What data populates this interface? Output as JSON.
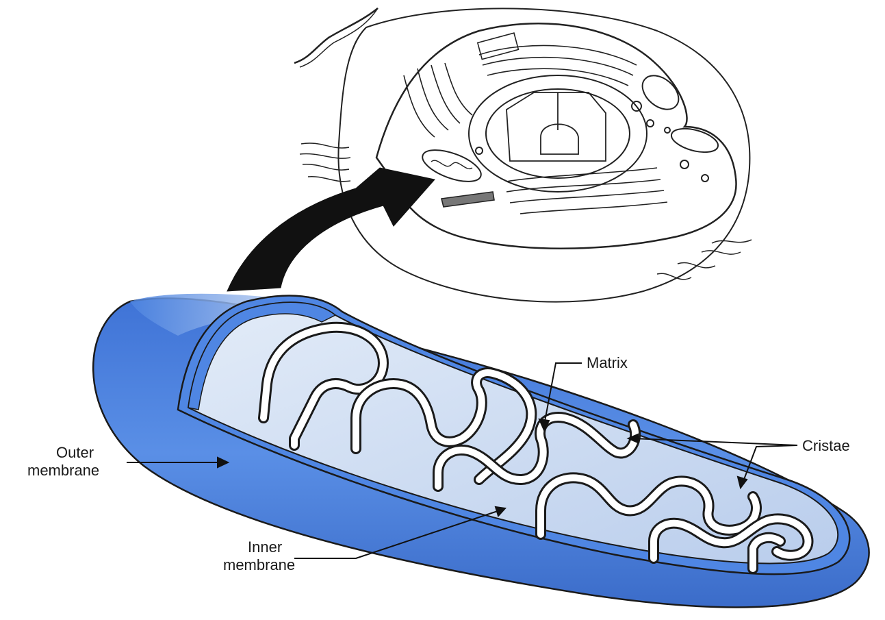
{
  "diagram": {
    "labels": {
      "matrix": "Matrix",
      "cristae": "Cristae",
      "outer_membrane": [
        "Outer",
        "membrane"
      ],
      "inner_membrane": [
        "Inner",
        "membrane"
      ]
    },
    "colors": {
      "mitochondrion_fill": "#4f86e3",
      "mitochondrion_light": "#c9daf2",
      "mitochondrion_dark": "#2f5fb8",
      "outline": "#111111",
      "arrow": "#111111"
    }
  }
}
